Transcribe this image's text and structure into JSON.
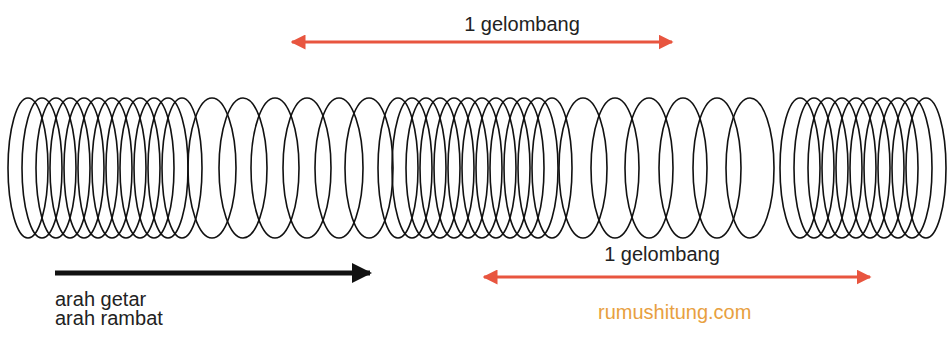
{
  "diagram": {
    "labels": [
      "1 gelombang",
      "1 gelombang",
      "arah getar",
      "arah rambat",
      "rumushitung.com"
    ]
  }
}
